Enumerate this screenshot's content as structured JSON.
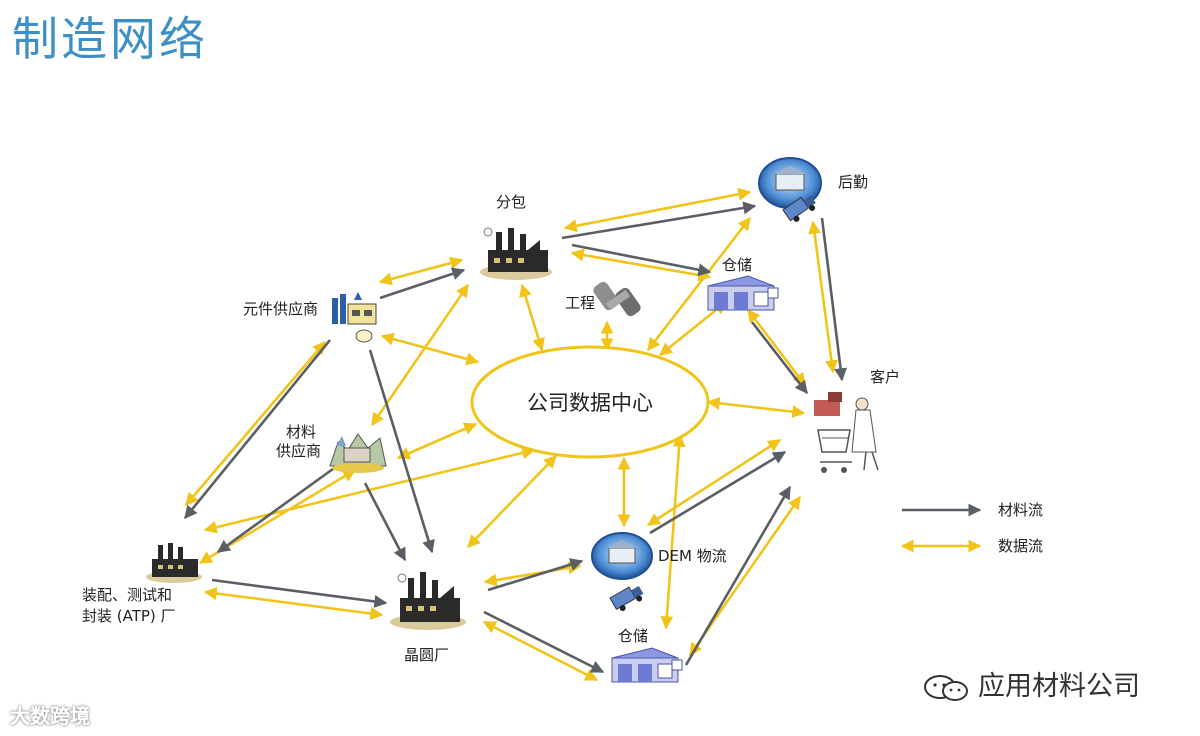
{
  "title": "制造网络",
  "hub": {
    "label": "公司数据中心"
  },
  "nodes": {
    "subcontract": "分包",
    "logistics": "后勤",
    "engineering": "工程",
    "warehouse_top": "仓储",
    "component_supplier": "元件供应商",
    "material_supplier_1": "材料",
    "material_supplier_2": "供应商",
    "customer": "客户",
    "atp_1": "装配、测试和",
    "atp_2": "封装 (ATP) 厂",
    "fab": "晶圆厂",
    "oem": "DEM 物流",
    "warehouse_bottom": "仓储"
  },
  "legend": {
    "material_flow": "材料流",
    "data_flow": "数据流"
  },
  "watermarks": {
    "left": "大数跨境",
    "right": "应用材料公司"
  },
  "colors": {
    "title": "#3d8fc4",
    "material_arrow": "#5a5f66",
    "data_arrow": "#f0c419",
    "hub_border": "#f0c419"
  }
}
